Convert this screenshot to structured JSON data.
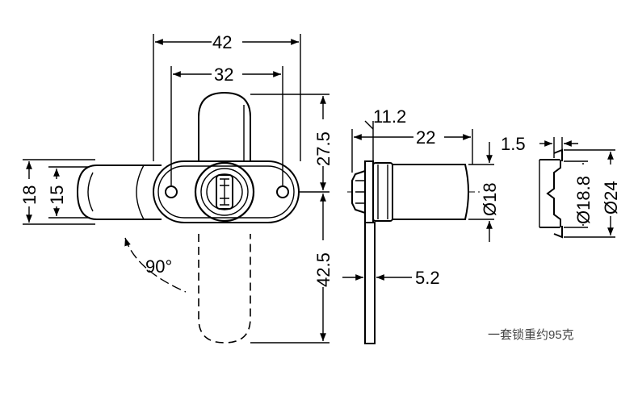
{
  "dimensions": {
    "overall_width": "42",
    "hole_spacing": "32",
    "cam_top_length": "27.5",
    "cam_bottom_length": "42.5",
    "body_height_outer": "18",
    "body_height_inner": "15",
    "rotation_angle": "90°",
    "flange_thickness": "11.2",
    "barrel_length": "22",
    "barrel_diameter": "Ø18",
    "cam_thickness": "5.2",
    "flange_step": "1.5",
    "inner_diameter": "Ø18.8",
    "outer_diameter": "Ø24"
  },
  "note": "一套锁重约95克"
}
